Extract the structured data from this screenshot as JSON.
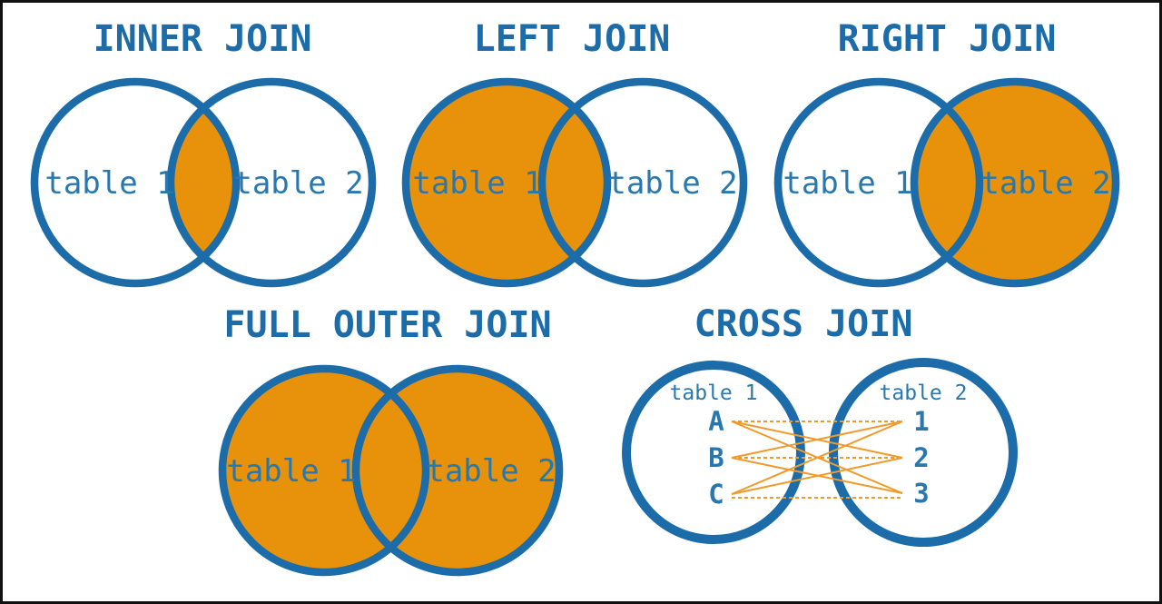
{
  "colors": {
    "circle_stroke_blue": "#1b6ca8",
    "shading_orange": "#e8920b",
    "connector_orange": "#f09a2c",
    "background": "#ffffff",
    "frame_border": "#111111"
  },
  "diagrams": [
    {
      "title": "INNER JOIN",
      "left_label": "table 1",
      "right_label": "table 2",
      "shaded_region": "intersection"
    },
    {
      "title": "LEFT JOIN",
      "left_label": "table 1",
      "right_label": "table 2",
      "shaded_region": "left circle including intersection"
    },
    {
      "title": "RIGHT JOIN",
      "left_label": "table 1",
      "right_label": "table 2",
      "shaded_region": "right circle including intersection"
    },
    {
      "title": "FULL OUTER JOIN",
      "left_label": "table 1",
      "right_label": "table 2",
      "shaded_region": "both circles"
    },
    {
      "title": "CROSS JOIN",
      "left_label": "table 1",
      "right_label": "table 2",
      "left_items": [
        "A",
        "B",
        "C"
      ],
      "right_items": [
        "1",
        "2",
        "3"
      ],
      "connections": [
        [
          "A",
          "1"
        ],
        [
          "A",
          "2"
        ],
        [
          "A",
          "3"
        ],
        [
          "B",
          "1"
        ],
        [
          "B",
          "2"
        ],
        [
          "B",
          "3"
        ],
        [
          "C",
          "1"
        ],
        [
          "C",
          "2"
        ],
        [
          "C",
          "3"
        ]
      ]
    }
  ]
}
